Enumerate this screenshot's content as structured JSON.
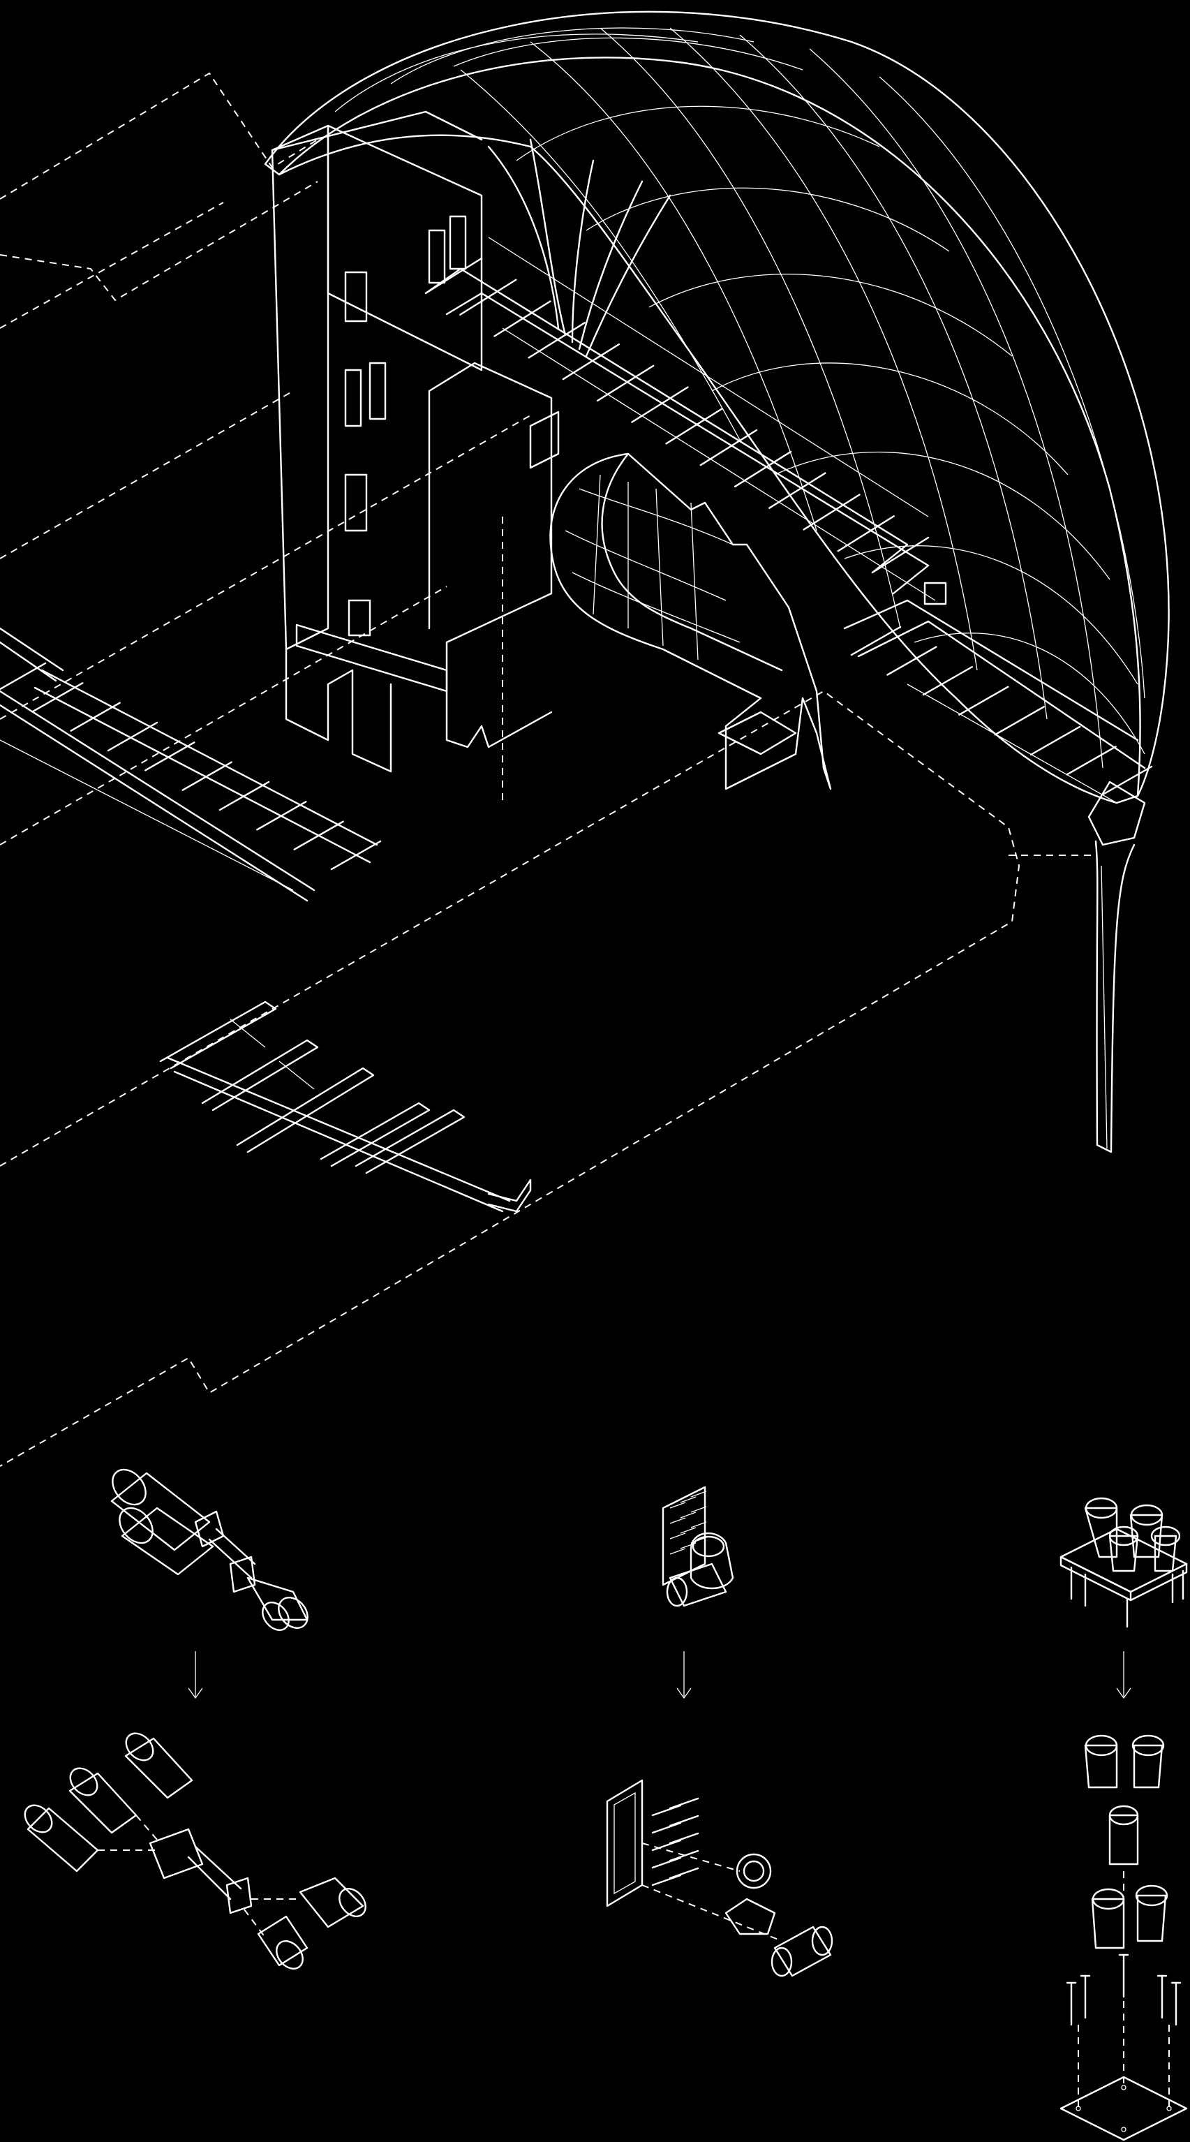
{
  "diagram": {
    "kind": "exploded-axonometric-line-drawing",
    "colors": {
      "background": "#000000",
      "line": "#ffffff"
    },
    "assemblies": [
      {
        "id": "canopy-shell",
        "icon": "shell-canopy"
      },
      {
        "id": "masonry-tower",
        "icon": "tower"
      },
      {
        "id": "curved-tunnel",
        "icon": "tunnel"
      },
      {
        "id": "upper-deck-frame",
        "icon": "frame"
      },
      {
        "id": "left-deck-frame",
        "icon": "frame"
      },
      {
        "id": "lower-beam-frame",
        "icon": "frame"
      },
      {
        "id": "support-column",
        "icon": "column"
      }
    ],
    "details": [
      {
        "id": "detail-a",
        "name": "tube-connector-node",
        "arrow": "down-arrow"
      },
      {
        "id": "detail-b",
        "name": "bolted-plate-joint",
        "arrow": "down-arrow"
      },
      {
        "id": "detail-c",
        "name": "column-base-assembly",
        "arrow": "down-arrow"
      }
    ]
  }
}
